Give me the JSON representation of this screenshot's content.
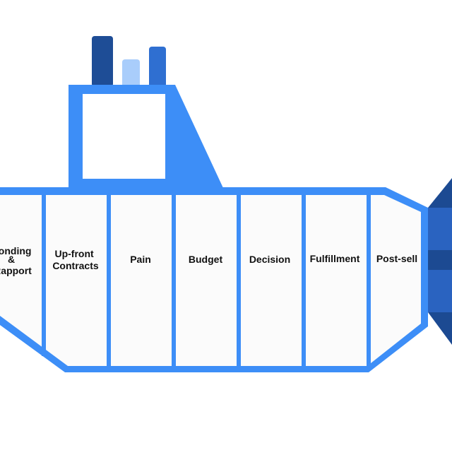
{
  "diagram": {
    "colors": {
      "hull": "#3d8ef7",
      "hull_inner": "#fbfbfb",
      "pipe_dark": "#1e4d96",
      "pipe_light": "#a9cdfb",
      "pipe_mid": "#2f6fd1",
      "propeller_dark": "#1c4a92",
      "propeller_mid": "#2a63c0"
    },
    "compartments": [
      {
        "lines": [
          "Bonding",
          "&",
          "Rapport"
        ]
      },
      {
        "lines": [
          "Up-front",
          "Contracts"
        ]
      },
      {
        "lines": [
          "Pain"
        ]
      },
      {
        "lines": [
          "Budget"
        ]
      },
      {
        "lines": [
          "Decision"
        ]
      },
      {
        "lines": [
          "Fulfillment"
        ]
      },
      {
        "lines": [
          "Post-sell"
        ]
      }
    ]
  }
}
